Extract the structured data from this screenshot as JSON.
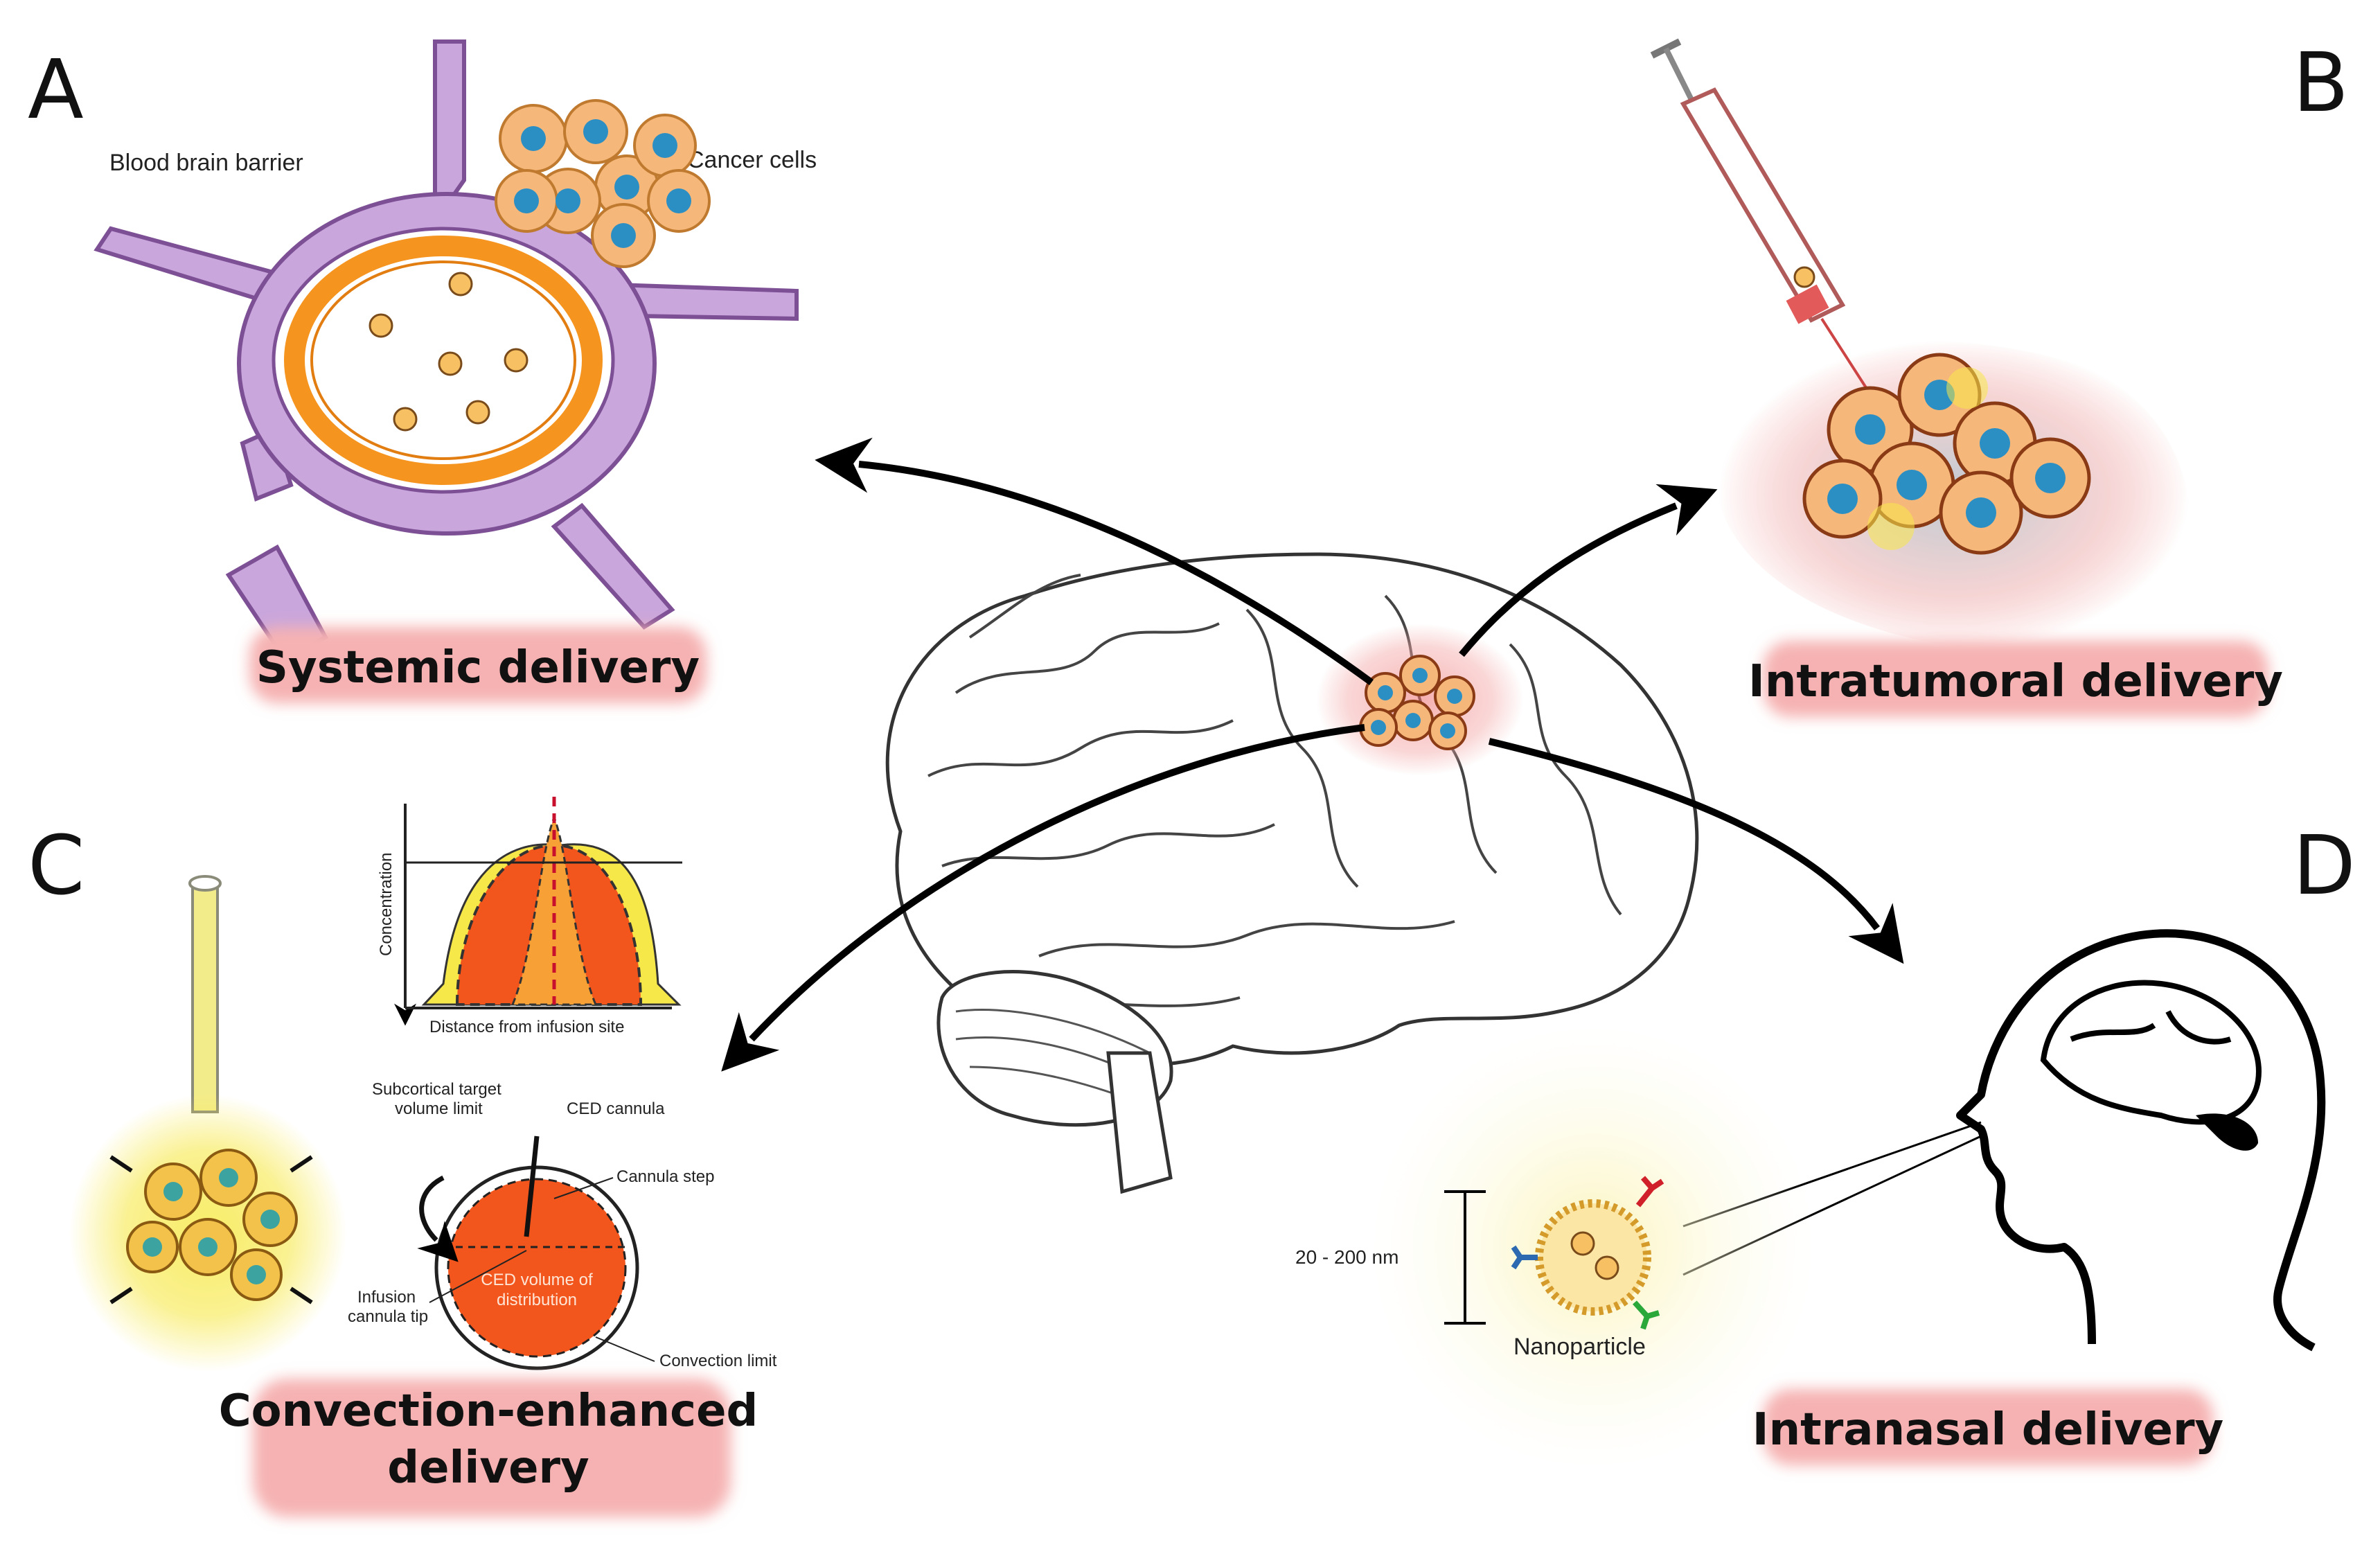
{
  "panels": {
    "A": {
      "letter": "A",
      "title": "Systemic delivery",
      "label_bbb": "Blood brain barrier",
      "label_cancer": "Cancer cells"
    },
    "B": {
      "letter": "B",
      "title": "Intratumoral delivery"
    },
    "C": {
      "letter": "C",
      "title_line1": "Convection-enhanced",
      "title_line2": "delivery",
      "graph_ylabel": "Concentration",
      "graph_xlabel": "Distance from infusion site",
      "label_subcortical_1": "Subcortical target",
      "label_subcortical_2": "volume limit",
      "label_ced_cannula": "CED cannula",
      "label_cannula_step": "Cannula step",
      "label_infusion_1": "Infusion",
      "label_infusion_2": "cannula tip",
      "label_ced_volume_1": "CED volume of",
      "label_ced_volume_2": "distribution",
      "label_convection_limit": "Convection limit"
    },
    "D": {
      "letter": "D",
      "title": "Intranasal delivery",
      "scale_label": "20 - 200 nm",
      "nanoparticle_label": "Nanoparticle"
    }
  },
  "colors": {
    "bbb_purple": "#c39bd3",
    "vessel_orange": "#f5941f",
    "cell_orange": "#f6b87a",
    "nucleus_blue": "#2c8fc4",
    "ced_red": "#f2561d",
    "highlight_pink": "#f4a6a6",
    "glow_yellow": "#f7e84a"
  }
}
